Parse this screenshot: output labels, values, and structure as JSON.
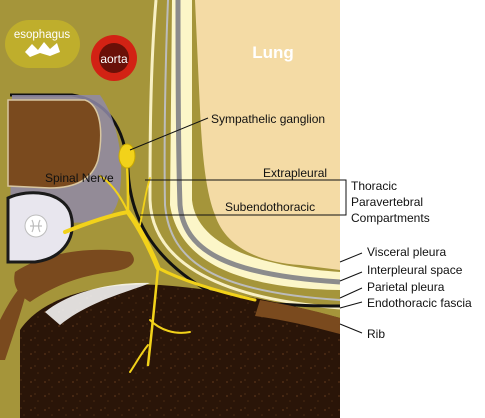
{
  "labels": {
    "esophagus": "esophagus",
    "aorta": "aorta",
    "lung": "Lung",
    "sympathetic_ganglion": "Sympathelic ganglion",
    "spinal_nerve": "Spinal Nerve",
    "extrapleural": "Extrapleural",
    "subendothoracic": "Subendothoracic",
    "compartments_line1": "Thoracic",
    "compartments_line2": "Paravertebral",
    "compartments_line3": "Compartments",
    "visceral_pleura": "Visceral pleura",
    "interpleural_space": "Interpleural space",
    "parietal_pleura": "Parietal pleura",
    "endothoracic_fascia": "Endothoracic fascia",
    "rib": "Rib"
  },
  "colors": {
    "lung": "#f4dba5",
    "tissue": "#a5953a",
    "pleura_band": "#fcf6c8",
    "pleura_gray": "#8c8c8c",
    "bone": "#7a4a1e",
    "bone_dark": "#2a1508",
    "nerve": "#f2d21a",
    "aorta_outer": "#d22214",
    "aorta_inner": "#6a1008",
    "esophagus": "#bfae2c",
    "vertebra_shadow": "#8f8aa8",
    "vertebra_body": "#e8e6ee"
  }
}
